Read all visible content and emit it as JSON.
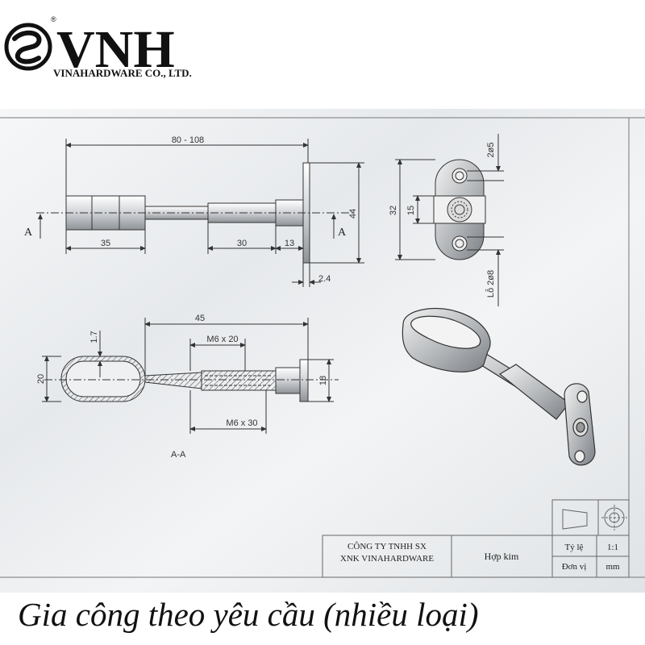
{
  "header": {
    "brand_name": "VNH",
    "registered_mark": "®",
    "company_full": "VINAHARDWARE CO., LTD."
  },
  "drawing": {
    "top_view": {
      "overall_length": "80 - 108",
      "seg_35": "35",
      "seg_30": "30",
      "seg_13": "13",
      "plate_height": "44",
      "plate_thickness": "2.4",
      "section_mark": "A"
    },
    "front_view": {
      "hole_size": "2ø5",
      "height_32": "32",
      "height_15": "15",
      "hole_note": "Lỗ 2ø8"
    },
    "section_view": {
      "length_45": "45",
      "thread_20": "M6 x 20",
      "thread_30": "M6 x 30",
      "wall": "1.7",
      "oval_height": "20",
      "flange_height": "18",
      "label": "A-A"
    }
  },
  "title_block": {
    "company_line1": "CÔNG TY TNHH SX",
    "company_line2": "XNK VINAHARDWARE",
    "material": "Hợp kim",
    "scale_label": "Tỷ lệ",
    "scale_value": "1:1",
    "unit_label": "Đơn vị",
    "unit_value": "mm"
  },
  "caption": "Gia công theo yêu cầu (nhiều loại)",
  "colors": {
    "line": "#333333",
    "background_top": "#ffffff",
    "background_drawing": "#e9ecef"
  }
}
